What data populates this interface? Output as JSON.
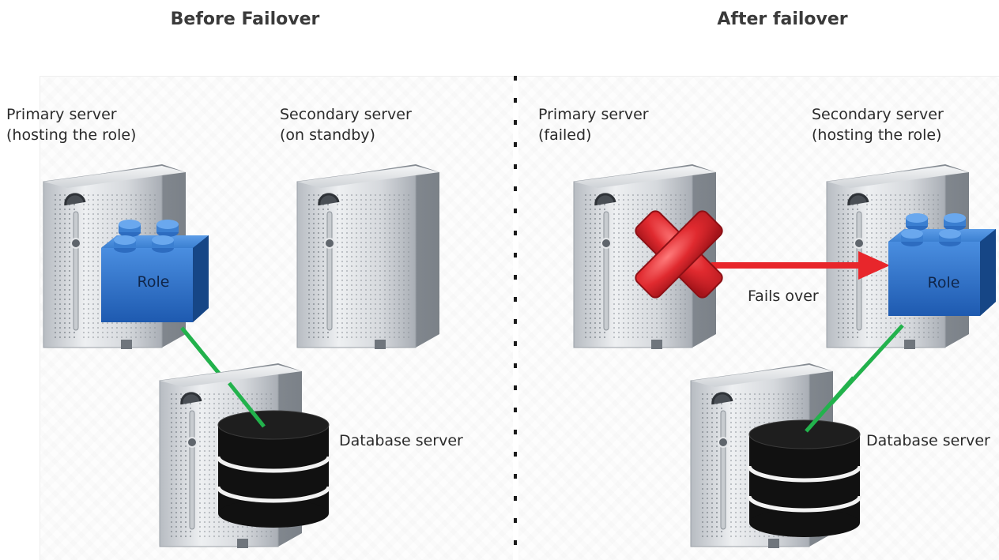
{
  "headings": {
    "before": "Before Failover",
    "after": "After failover"
  },
  "before": {
    "primary": {
      "line1": "Primary server",
      "line2": "(hosting the role)"
    },
    "secondary": {
      "line1": "Secondary server",
      "line2": "(on standby)"
    },
    "role_label": "Role",
    "database_label": "Database server"
  },
  "after": {
    "primary": {
      "line1": "Primary server",
      "line2": "(failed)"
    },
    "secondary": {
      "line1": "Secondary server",
      "line2": "(hosting the role)"
    },
    "role_label": "Role",
    "arrow_label": "Fails over",
    "database_label": "Database server"
  },
  "colors": {
    "connection": "#22b24c",
    "failover_arrow": "#e8262b",
    "role_block": "#2f6fc4",
    "failed_mark": "#d9262b"
  },
  "icons": {
    "server": "server-tower-icon",
    "role": "lego-block-icon",
    "database": "database-cylinder-icon",
    "failed": "red-x-icon"
  }
}
